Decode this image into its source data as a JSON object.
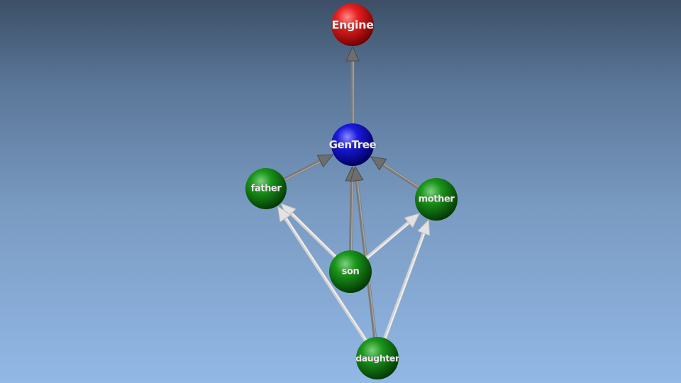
{
  "colors": {
    "root": "#e01515",
    "class": "#1515d8",
    "instance": "#138a13",
    "inheritance_edge": "#7a7a7a",
    "instance_edge": "#d2d2d2"
  },
  "nodes": {
    "engine": {
      "label": "Engine",
      "color": "#e01515"
    },
    "gentree": {
      "label": "GenTree",
      "color": "#1515d8"
    },
    "father": {
      "label": "father",
      "color": "#138a13"
    },
    "mother": {
      "label": "mother",
      "color": "#138a13"
    },
    "son": {
      "label": "son",
      "color": "#138a13"
    },
    "daughter": {
      "label": "daughter",
      "color": "#138a13"
    }
  },
  "edges": [
    {
      "from": "gentree",
      "to": "engine",
      "kind": "dark"
    },
    {
      "from": "father",
      "to": "gentree",
      "kind": "dark"
    },
    {
      "from": "mother",
      "to": "gentree",
      "kind": "dark"
    },
    {
      "from": "son",
      "to": "gentree",
      "kind": "dark"
    },
    {
      "from": "daughter",
      "to": "gentree",
      "kind": "dark"
    },
    {
      "from": "son",
      "to": "father",
      "kind": "light"
    },
    {
      "from": "son",
      "to": "mother",
      "kind": "light"
    },
    {
      "from": "daughter",
      "to": "father",
      "kind": "light"
    },
    {
      "from": "daughter",
      "to": "mother",
      "kind": "light"
    }
  ]
}
